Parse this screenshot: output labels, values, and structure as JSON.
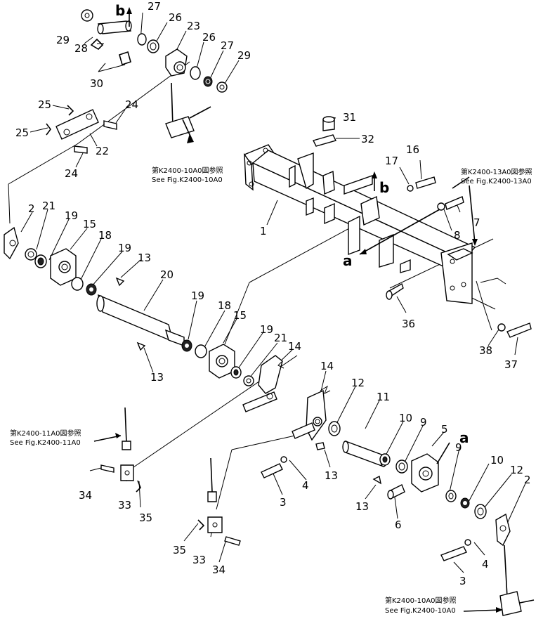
{
  "diagram": {
    "part_numbers": {
      "p1": "1",
      "p2a": "2",
      "p2b": "2",
      "p3a": "3",
      "p3b": "3",
      "p4a": "4",
      "p4b": "4",
      "p5": "5",
      "p6": "6",
      "p7": "7",
      "p8": "8",
      "p9a": "9",
      "p9b": "9",
      "p10a": "10",
      "p10b": "10",
      "p11": "11",
      "p12a": "12",
      "p12b": "12",
      "p13a": "13",
      "p13b": "13",
      "p13c": "13",
      "p13d": "13",
      "p14a": "14",
      "p14b": "14",
      "p15a": "15",
      "p15b": "15",
      "p16": "16",
      "p17": "17",
      "p18a": "18",
      "p18b": "18",
      "p19a": "19",
      "p19b": "19",
      "p19c": "19",
      "p19d": "19",
      "p20": "20",
      "p21a": "21",
      "p21b": "21",
      "p22": "22",
      "p23": "23",
      "p24a": "24",
      "p24b": "24",
      "p25a": "25",
      "p25b": "25",
      "p26a": "26",
      "p26b": "26",
      "p27a": "27",
      "p27b": "27",
      "p28": "28",
      "p29a": "29",
      "p29b": "29",
      "p30": "30",
      "p31": "31",
      "p32": "32",
      "p33a": "33",
      "p33b": "33",
      "p34a": "34",
      "p34b": "34",
      "p35a": "35",
      "p35b": "35",
      "p36": "36",
      "p37": "37",
      "p38": "38"
    },
    "letters": {
      "b_top": "b",
      "b_mid": "b",
      "a_left": "a",
      "a_right": "a"
    },
    "references": {
      "ref1_jp": "第K2400-10A0図参照",
      "ref1_en": "See Fig.K2400-10A0",
      "ref2_jp": "第K2400-13A0図参照",
      "ref2_en": "See Fig.K2400-13A0",
      "ref3_jp": "第K2400-11A0図参照",
      "ref3_en": "See Fig.K2400-11A0",
      "ref4_jp": "第K2400-10A0図参照",
      "ref4_en": "See Fig.K2400-10A0"
    }
  }
}
